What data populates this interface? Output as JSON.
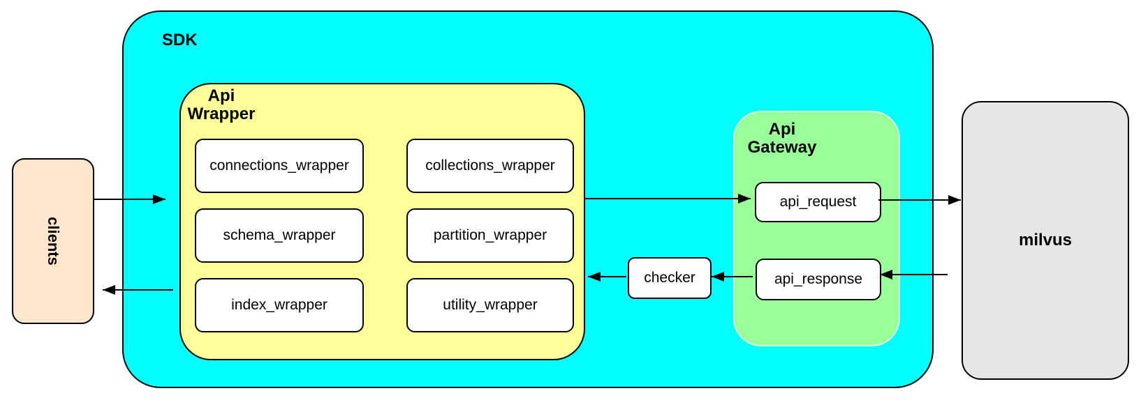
{
  "diagram": {
    "clients": {
      "label": "clients"
    },
    "sdk": {
      "label": "SDK",
      "api_wrapper": {
        "label_line1": "Api",
        "label_line2": "Wrapper",
        "boxes": [
          "connections_wrapper",
          "collections_wrapper",
          "schema_wrapper",
          "partition_wrapper",
          "index_wrapper",
          "utility_wrapper"
        ]
      },
      "checker": {
        "label": "checker"
      },
      "api_gateway": {
        "label_line1": "Api",
        "label_line2": "Gateway",
        "request_label": "api_request",
        "response_label": "api_response"
      }
    },
    "milvus": {
      "label": "milvus"
    },
    "colors": {
      "sdk_fill": "#00FFFF",
      "api_wrapper_fill": "#FFFF99",
      "api_gateway_fill": "#99FF99",
      "api_gateway_border": "#DDFFDD",
      "clients_fill": "#FFE6CC",
      "milvus_fill": "#E6E6E6",
      "node_fill": "#FFFFFF",
      "stroke": "#000000"
    }
  }
}
